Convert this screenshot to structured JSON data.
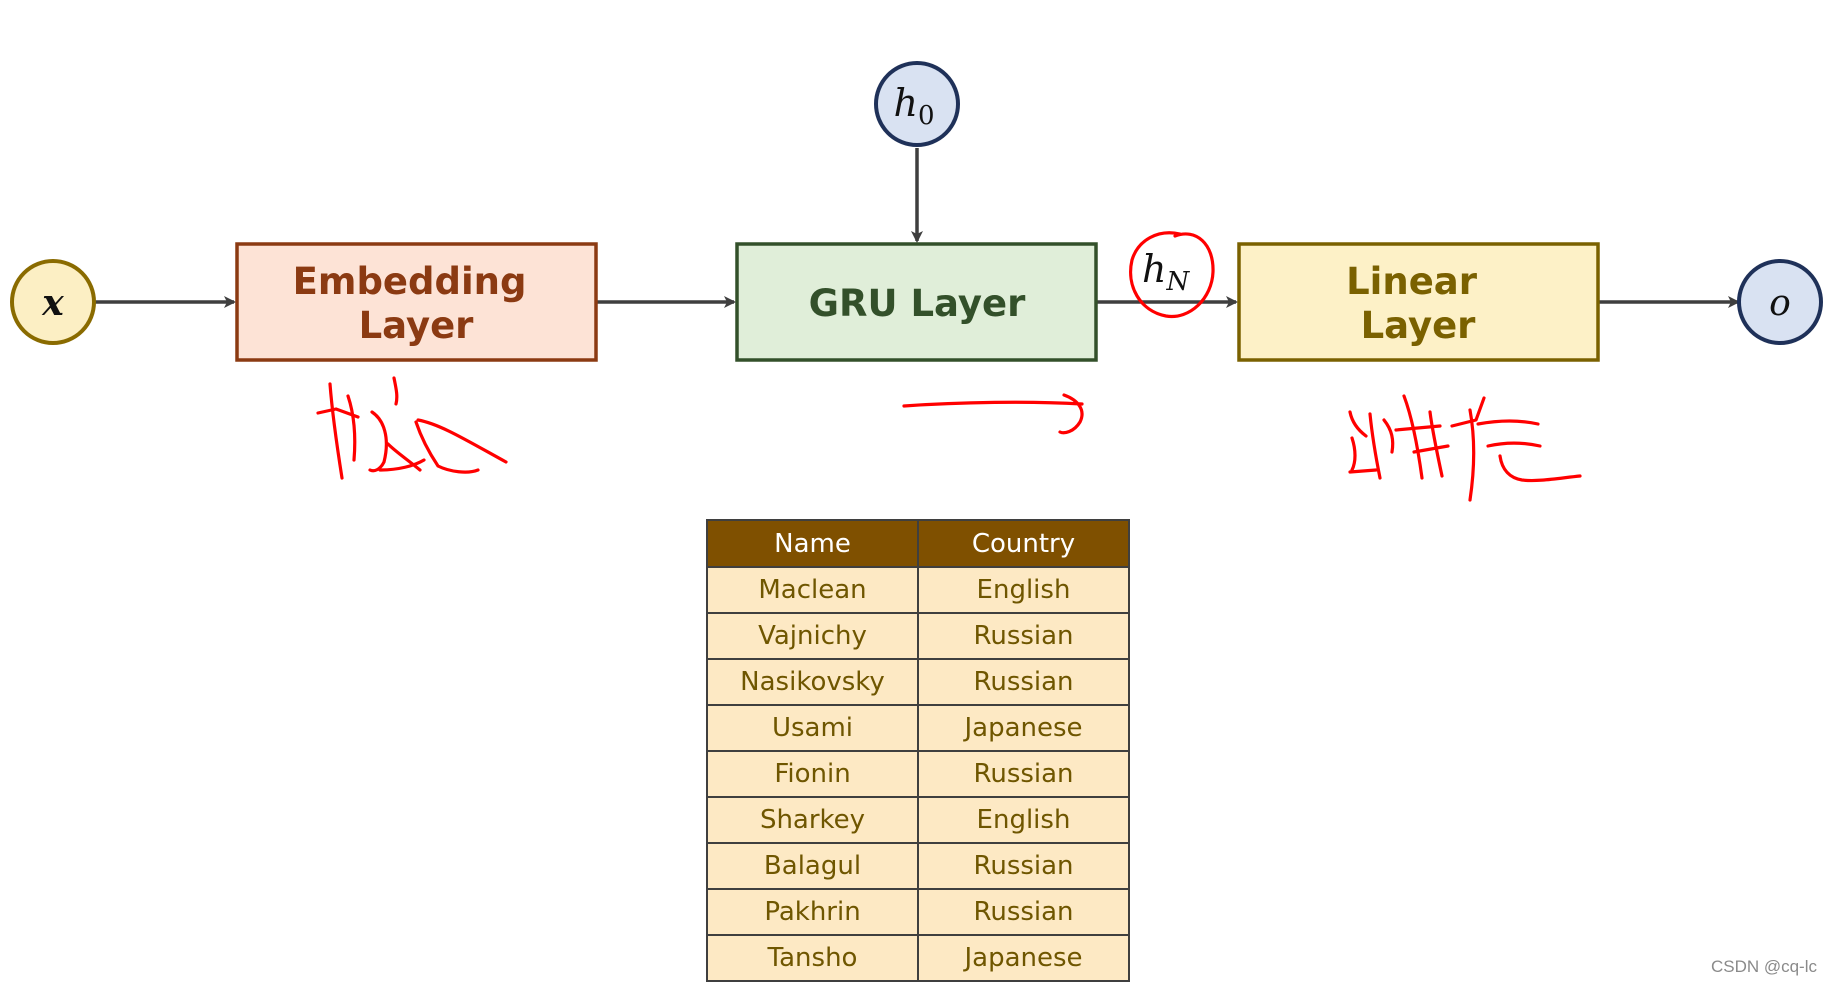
{
  "diagram": {
    "input_node": "x",
    "embedding_layer": [
      "Embedding",
      "Layer"
    ],
    "gru_layer": "GRU Layer",
    "initial_hidden": {
      "base": "h",
      "sub": "0"
    },
    "final_hidden": {
      "base": "h",
      "sub": "N"
    },
    "linear_layer": [
      "Linear",
      "Layer"
    ],
    "output_node": "o"
  },
  "colors": {
    "input_fill": "#fcefc4",
    "input_stroke": "#8a6b00",
    "embedding_fill": "#fde3d6",
    "embedding_stroke": "#8b3a12",
    "embedding_text": "#8b3a12",
    "gru_fill": "#e0eed9",
    "gru_stroke": "#33502a",
    "gru_text": "#33502a",
    "linear_fill": "#fdf1c7",
    "linear_stroke": "#7a6100",
    "linear_text": "#7a6100",
    "hidden_fill": "#d9e2f2",
    "hidden_stroke": "#1f3159",
    "arrow": "#3f3f3f",
    "handwriting": "#ff0000",
    "table_header_bg": "#7f5000",
    "table_cell_bg": "#fde9c4",
    "table_cell_text": "#6f5600"
  },
  "annotations": {
    "handwritten_embedding_note": "嵌入",
    "handwritten_linear_note": "线性层"
  },
  "table": {
    "headers": [
      "Name",
      "Country"
    ],
    "rows": [
      [
        "Maclean",
        "English"
      ],
      [
        "Vajnichy",
        "Russian"
      ],
      [
        "Nasikovsky",
        "Russian"
      ],
      [
        "Usami",
        "Japanese"
      ],
      [
        "Fionin",
        "Russian"
      ],
      [
        "Sharkey",
        "English"
      ],
      [
        "Balagul",
        "Russian"
      ],
      [
        "Pakhrin",
        "Russian"
      ],
      [
        "Tansho",
        "Japanese"
      ]
    ]
  },
  "watermark": "CSDN @cq-lc"
}
